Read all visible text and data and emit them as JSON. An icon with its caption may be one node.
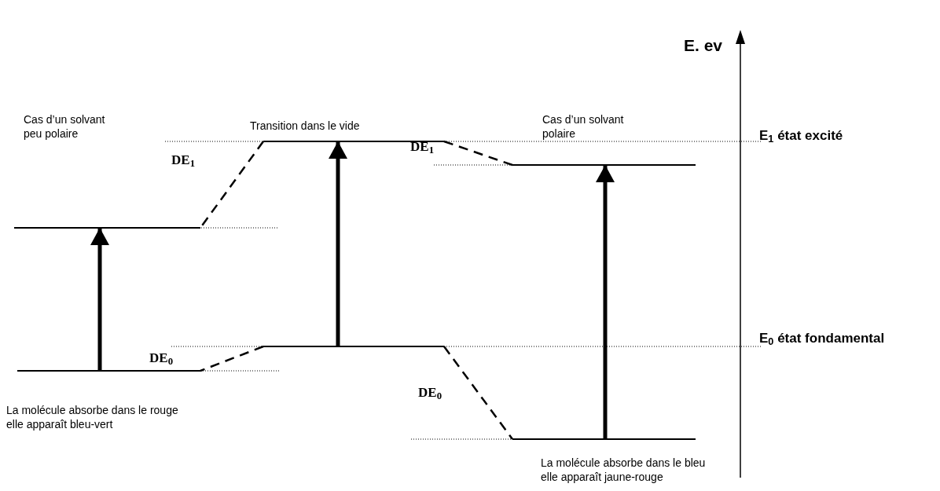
{
  "diagram": {
    "nodes": [
      {
        "text": [],
        "shape": "bar"
      },
      {
        "text": [],
        "shape": "bar"
      },
      {
        "text": [],
        "shape": "bar"
      },
      {
        "text": [],
        "shape": "bar"
      },
      {
        "text": [],
        "shape": "bar"
      },
      {
        "text": [],
        "shape": "bar"
      }
    ],
    "edges": [
      {
        "from": 1,
        "to": 0,
        "arrow": "to",
        "style": "thick"
      },
      {
        "from": 3,
        "to": 2,
        "arrow": "to",
        "style": "thick"
      },
      {
        "from": 5,
        "to": 4,
        "arrow": "to",
        "style": "thick"
      },
      {
        "from": 2,
        "to": 0,
        "arrow": "none",
        "style": "dashed",
        "label": "DE$_{1}$"
      },
      {
        "from": 3,
        "to": 1,
        "arrow": "none",
        "style": "dashed",
        "label": "DE$_{0}$"
      },
      {
        "from": 2,
        "to": 4,
        "arrow": "none",
        "style": "dashed",
        "label": "DE$_{1}$"
      },
      {
        "from": 3,
        "to": 5,
        "arrow": "none",
        "style": "dashed",
        "label": "DE$_{0}$"
      }
    ],
    "labels": [
      "E. ev",
      "Cas d’un solvant peu polaire",
      "Transition dans le vide",
      "Cas d’un solvant polaire",
      "E$_{1}$ état excité",
      "E$_{0}$ état fondamental",
      "La molécule absorbe dans le rouge elle apparaît bleu-vert",
      "La molécule absorbe dans le bleu elle apparaît jaune-rouge"
    ]
  }
}
